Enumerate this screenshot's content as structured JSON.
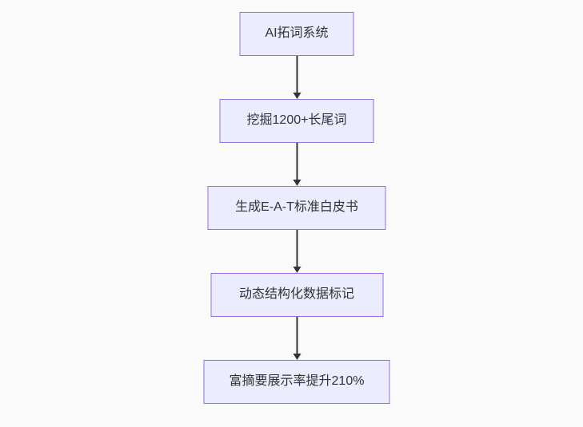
{
  "diagram": {
    "type": "flowchart",
    "direction": "top-down",
    "nodes": [
      {
        "id": "n0",
        "label": "AI拓词系统"
      },
      {
        "id": "n1",
        "label": "挖掘1200+长尾词"
      },
      {
        "id": "n2",
        "label": "生成E-A-T标准白皮书"
      },
      {
        "id": "n3",
        "label": "动态结构化数据标记"
      },
      {
        "id": "n4",
        "label": "富摘要展示率提升210%"
      }
    ],
    "edges": [
      {
        "from": "n0",
        "to": "n1",
        "style": "arrow-down"
      },
      {
        "from": "n1",
        "to": "n2",
        "style": "arrow-down"
      },
      {
        "from": "n2",
        "to": "n3",
        "style": "arrow-down"
      },
      {
        "from": "n3",
        "to": "n4",
        "style": "arrow-down"
      }
    ],
    "colors": {
      "node_fill": "#ECECFF",
      "node_border": "#9370DB",
      "arrow": "#333333",
      "text": "#333333",
      "background": "#FAFAFA"
    }
  }
}
